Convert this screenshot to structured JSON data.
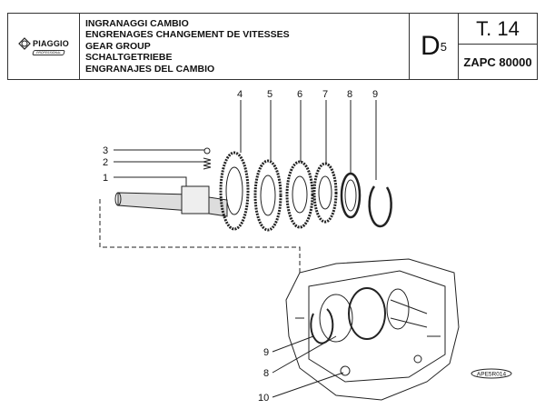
{
  "header": {
    "brand": "PIAGGIO",
    "brand_sub": "PROFESSIONAL",
    "titles": [
      "INGRANAGGI CAMBIO",
      "ENGRENAGES CHANGEMENT DE VITESSES",
      "GEAR GROUP",
      "SCHALTGETRIEBE",
      "ENGRANAJES DEL CAMBIO"
    ],
    "section": "D",
    "section_sub": "5",
    "table": "T. 14",
    "model": "ZAPC 80000"
  },
  "diagram": {
    "callouts_top": [
      "4",
      "5",
      "6",
      "7",
      "8",
      "9"
    ],
    "callouts_left": [
      "3",
      "2",
      "1"
    ],
    "callouts_bottom": [
      "9",
      "8",
      "10"
    ],
    "stamp": "APE5R014"
  }
}
